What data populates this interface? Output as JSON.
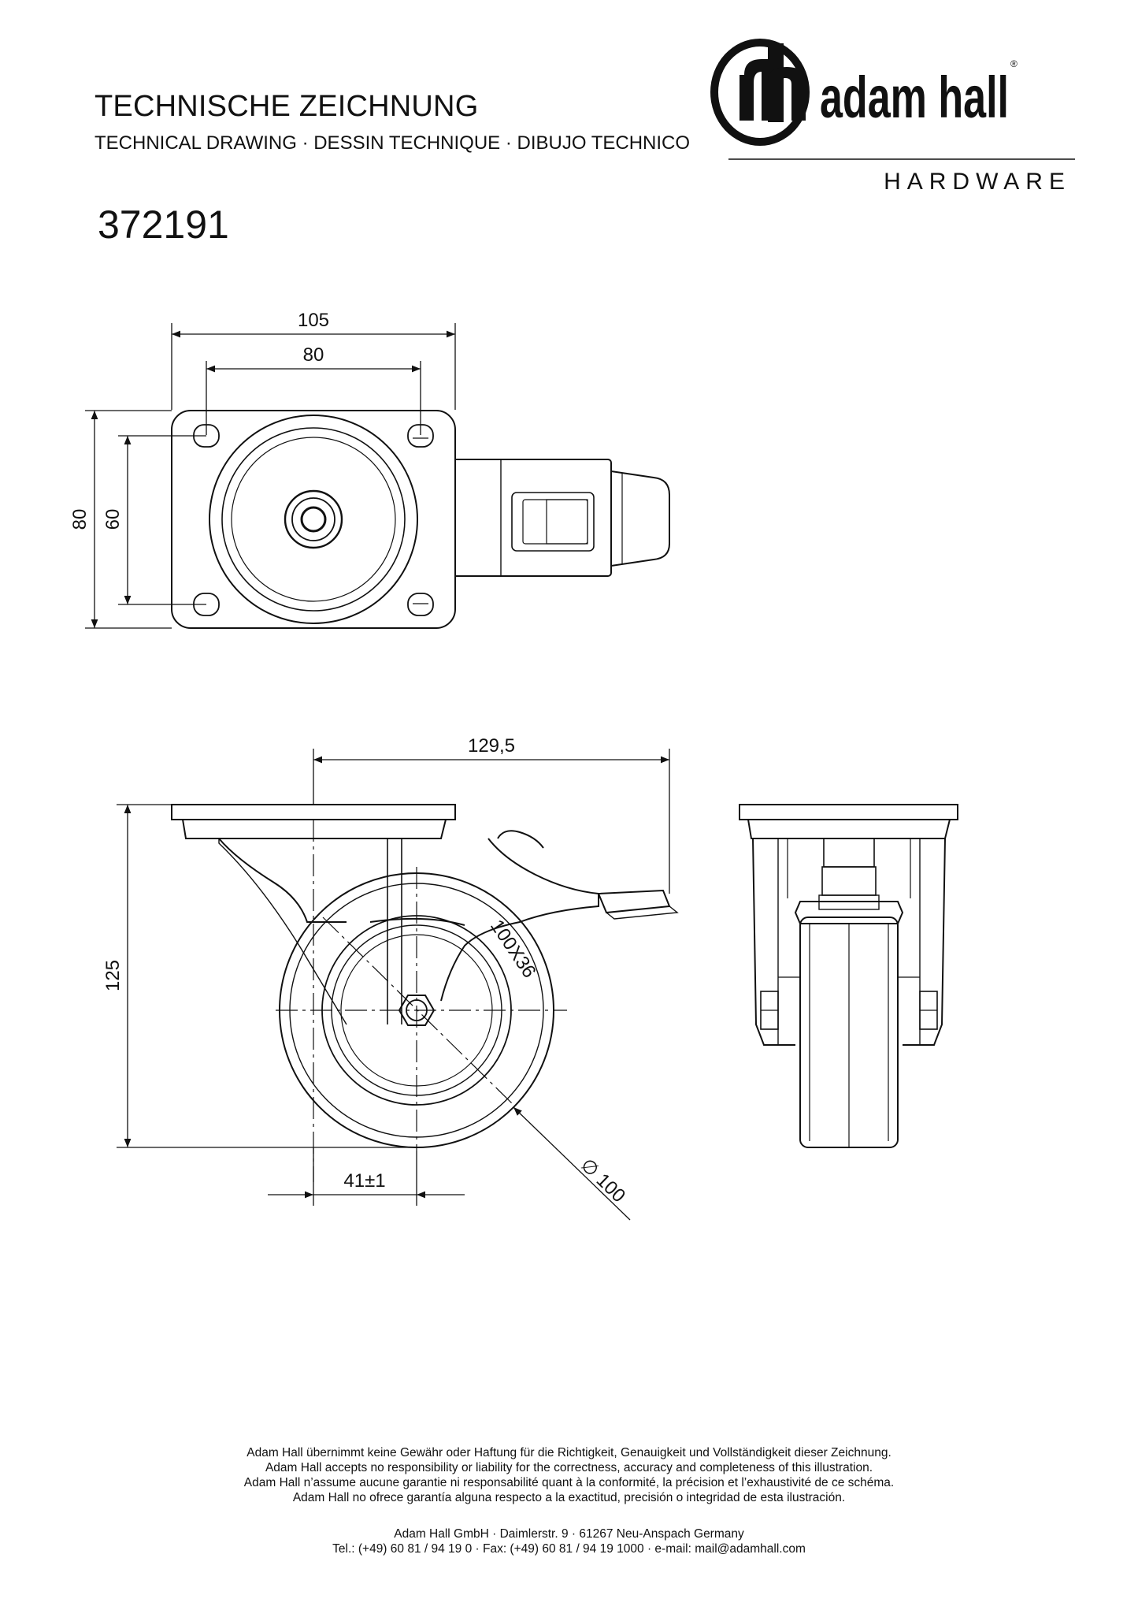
{
  "header": {
    "title": "TECHNISCHE ZEICHNUNG",
    "subtitle": "TECHNICAL DRAWING · DESSIN TECHNIQUE · DIBUJO TECHNICO",
    "part_number": "372191"
  },
  "logo": {
    "brand": "adam hall",
    "division": "HARDWARE",
    "registered": "®"
  },
  "top_view": {
    "dim_width_outer": "105",
    "dim_width_holes": "80",
    "dim_height_outer": "80",
    "dim_height_holes": "60"
  },
  "side_view": {
    "dim_total_length": "129,5",
    "dim_height": "125",
    "dim_offset": "41±1",
    "dim_diameter": "∅ 100",
    "wheel_marking": "100X36"
  },
  "footer": {
    "disclaimer": [
      "Adam Hall übernimmt keine Gewähr oder Haftung für die Richtigkeit, Genauigkeit und Vollständigkeit dieser Zeichnung.",
      "Adam Hall accepts no responsibility or liability for the correctness, accuracy and completeness of this illustration.",
      "Adam Hall n’assume aucune garantie ni responsabilité quant à la conformité, la précision et l’exhaustivité de ce schéma.",
      "Adam Hall no ofrece garantía alguna respecto a la exactitud, precisión o integridad de esta ilustración."
    ],
    "contact": [
      "Adam Hall GmbH · Daimlerstr. 9 · 61267 Neu-Anspach Germany",
      "Tel.: (+49) 60 81 / 94 19 0 · Fax: (+49) 60 81 / 94 19 1000 · e-mail: mail@adamhall.com"
    ]
  }
}
